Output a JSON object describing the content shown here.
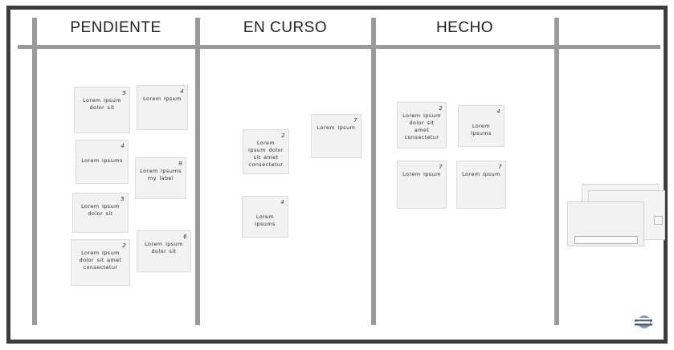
{
  "board": {
    "columns": [
      {
        "id": "pendiente",
        "title": "PENDIENTE"
      },
      {
        "id": "en-curso",
        "title": "EN  CURSO"
      },
      {
        "id": "hecho",
        "title": "HECHO"
      },
      {
        "id": "extra",
        "title": ""
      }
    ],
    "colors": {
      "frame": "#3c3c3c",
      "divider": "#9a9a9a",
      "card_bg": "#f2f2f2",
      "card_border": "#dcdcdc",
      "text": "#2b2b2b",
      "logo": "#5b6f94"
    },
    "cards": {
      "pendiente": [
        {
          "num": "5",
          "text": "Lorem Ipsum dolor sit"
        },
        {
          "num": "4",
          "text": "Lorem Ipsum"
        },
        {
          "num": "4",
          "text": "Lorem Ipsums"
        },
        {
          "num": "9",
          "text": "Lorem Ipsums my label"
        },
        {
          "num": "5",
          "text": "Lorem Ipsum dolor sit"
        },
        {
          "num": "6",
          "text": "Lorem Ipsum dolor sit"
        },
        {
          "num": "2",
          "text": "Lorem Ipsum dolor sit amet consectetur"
        }
      ],
      "en_curso": [
        {
          "num": "2",
          "text": "Lorem Ipsum dolor sit amet consectetur"
        },
        {
          "num": "7",
          "text": "Lorem Ipsum"
        },
        {
          "num": "4",
          "text": "Lorem Ipsums"
        }
      ],
      "hecho": [
        {
          "num": "2",
          "text": "Lorem Ipsum dolor sit amet consectetur"
        },
        {
          "num": "4",
          "text": "Lorem Ipsums"
        },
        {
          "num": "7",
          "text": "Lorem Ipsum"
        },
        {
          "num": "7",
          "text": "Lorem Ipsum"
        }
      ]
    },
    "logo": {
      "name": "brand-logo"
    }
  }
}
